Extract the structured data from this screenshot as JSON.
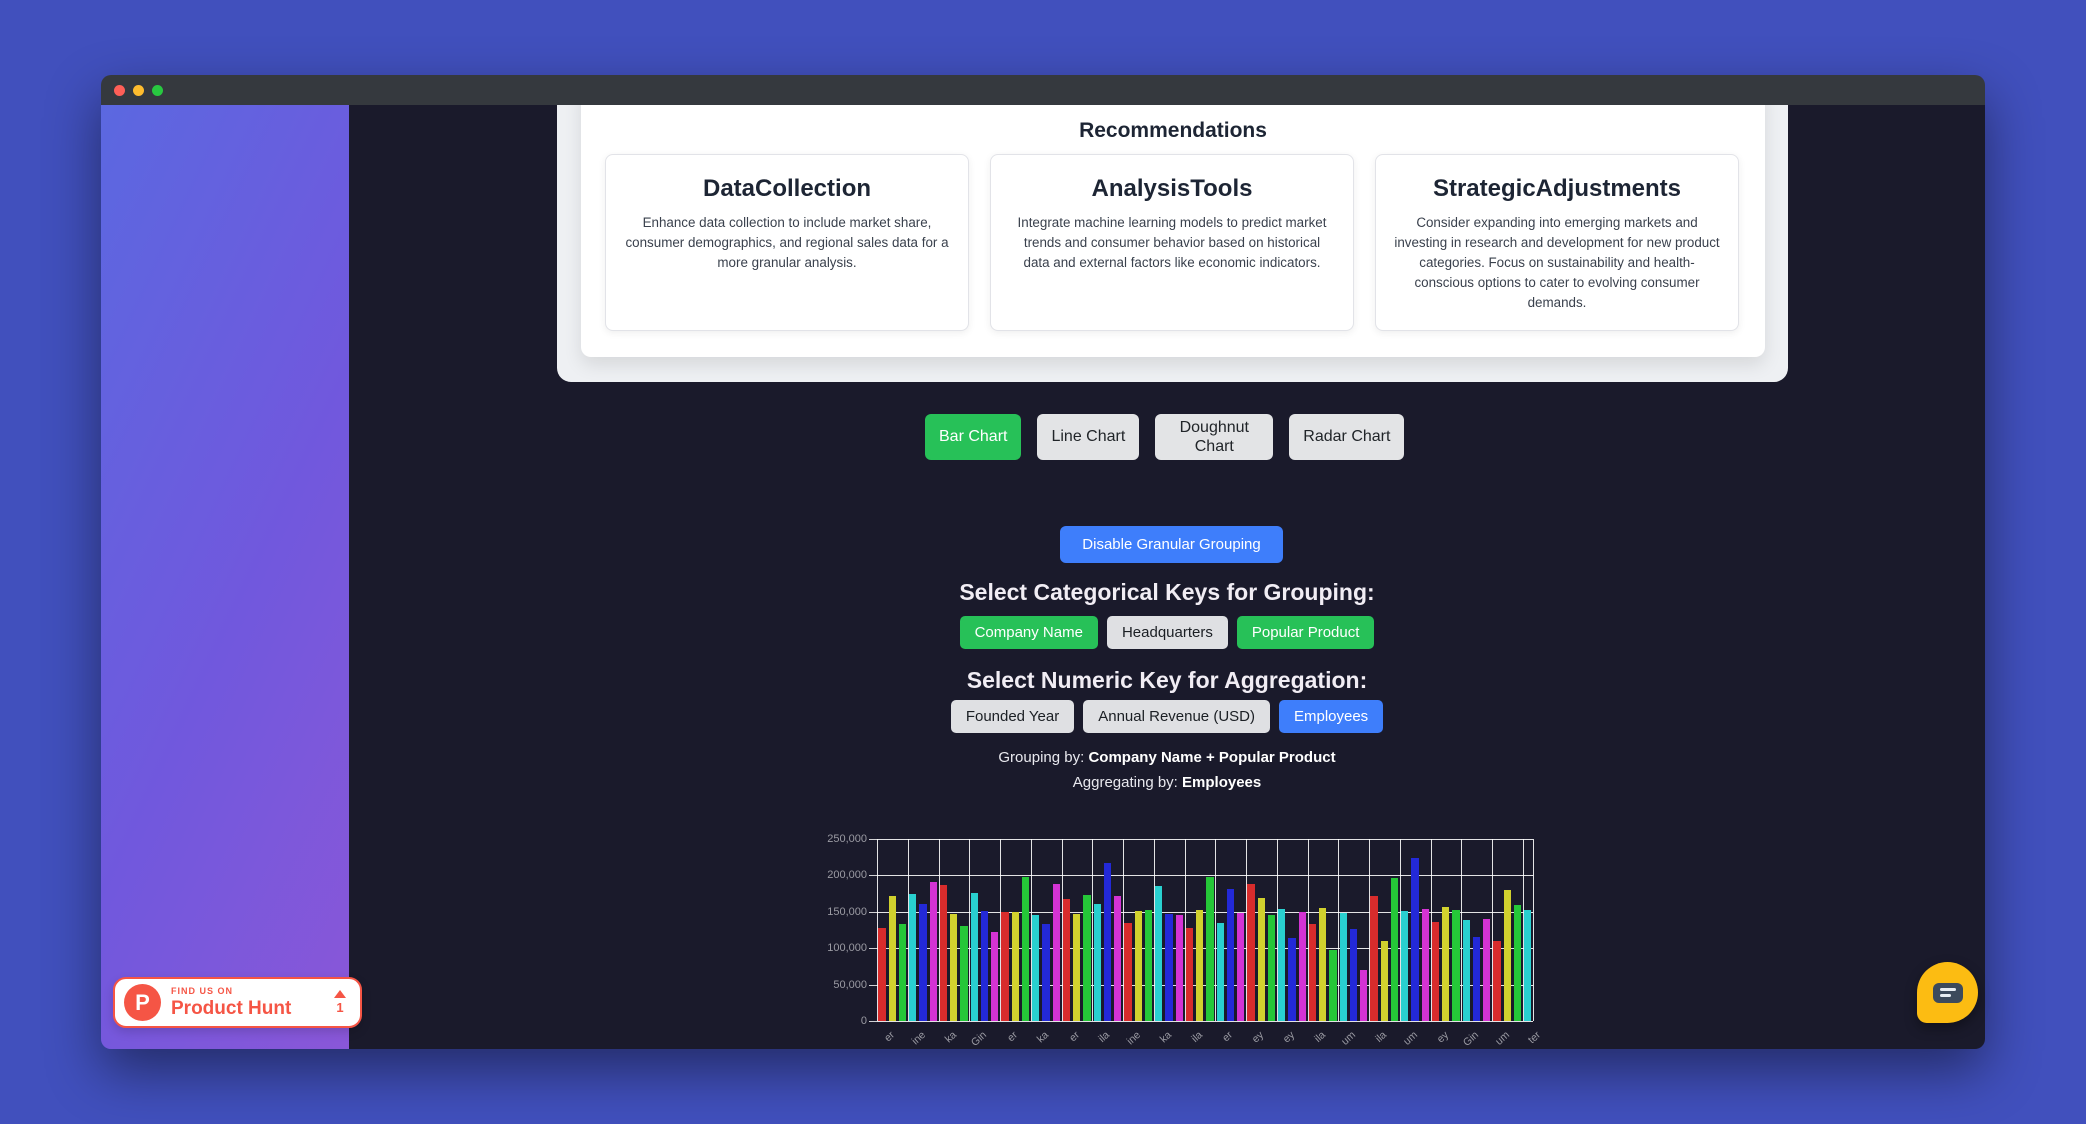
{
  "recommendations": {
    "title": "Recommendations",
    "cards": [
      {
        "title": "DataCollection",
        "body": "Enhance data collection to include market share, consumer demographics, and regional sales data for a more granular analysis."
      },
      {
        "title": "AnalysisTools",
        "body": "Integrate machine learning models to predict market trends and consumer behavior based on historical data and external factors like economic indicators."
      },
      {
        "title": "StrategicAdjustments",
        "body": "Consider expanding into emerging markets and investing in research and development for new product categories. Focus on sustainability and health-conscious options to cater to evolving consumer demands."
      }
    ]
  },
  "chart_type_buttons": [
    {
      "label": "Bar Chart",
      "active": true
    },
    {
      "label": "Line Chart",
      "active": false
    },
    {
      "label": "Doughnut Chart",
      "active": false
    },
    {
      "label": "Radar Chart",
      "active": false
    }
  ],
  "granular_button_label": "Disable Granular Grouping",
  "categorical": {
    "heading": "Select Categorical Keys for Grouping:",
    "buttons": [
      {
        "label": "Company Name",
        "selected": true
      },
      {
        "label": "Headquarters",
        "selected": false
      },
      {
        "label": "Popular Product",
        "selected": true
      }
    ]
  },
  "numeric": {
    "heading": "Select Numeric Key for Aggregation:",
    "buttons": [
      {
        "label": "Founded Year",
        "selected": false
      },
      {
        "label": "Annual Revenue (USD)",
        "selected": false
      },
      {
        "label": "Employees",
        "selected": true
      }
    ]
  },
  "status": {
    "grouping_prefix": "Grouping by: ",
    "grouping_value": "Company Name + Popular Product",
    "aggregating_prefix": "Aggregating by: ",
    "aggregating_value": "Employees"
  },
  "product_hunt": {
    "find_us_on": "FIND US ON",
    "name": "Product Hunt",
    "logo_letter": "P",
    "upvote_count": "1"
  },
  "colors": {
    "page_background": "#4150bd",
    "window_background": "#1a1a2b",
    "accent_green": "#27c158",
    "accent_blue": "#3e7efb",
    "accent_gray_button": "#e3e4e6",
    "product_hunt_red": "#f55545",
    "chat_yellow": "#fcbc12"
  },
  "chart_data": {
    "type": "bar",
    "title": "",
    "xlabel": "",
    "ylabel": "",
    "ylim": [
      0,
      250000
    ],
    "grid": true,
    "legend": "none",
    "y_ticks": [
      {
        "label": "0",
        "value": 0
      },
      {
        "label": "50,000",
        "value": 50000
      },
      {
        "label": "100,000",
        "value": 100000
      },
      {
        "label": "150,000",
        "value": 150000
      },
      {
        "label": "200,000",
        "value": 200000
      },
      {
        "label": "250,000",
        "value": 250000
      }
    ],
    "values": [
      128000,
      172000,
      133000,
      175000,
      161000,
      191000,
      187000,
      147000,
      131000,
      176000,
      151000,
      122000,
      150000,
      150000,
      198000,
      145000,
      133000,
      188000,
      167000,
      147000,
      173000,
      161000,
      217000,
      172000,
      135000,
      151000,
      152000,
      185000,
      147000,
      145000,
      128000,
      152000,
      198000,
      134000,
      181000,
      148000,
      188000,
      169000,
      145000,
      154000,
      114000,
      150000,
      133000,
      155000,
      98000,
      148000,
      127000,
      70000,
      172000,
      110000,
      197000,
      151000,
      224000,
      154000,
      136000,
      156000,
      153000,
      139000,
      116000,
      140000,
      110000,
      180000,
      160000,
      153000
    ],
    "bar_color_cycle": [
      "#d82c2c",
      "#d1d12e",
      "#25c738",
      "#29d0d0",
      "#2329d8",
      "#d433d4"
    ],
    "x_tick_every_n_bars": 3,
    "x_tick_fragments": [
      "er",
      "ine",
      "ka",
      "Gin",
      "er",
      "ka",
      "er",
      "ila",
      "ine",
      "ka",
      "ila",
      "er",
      "ey",
      "ey",
      "ila",
      "um",
      "ila",
      "um",
      "ey",
      "Gin",
      "um",
      "ter"
    ]
  }
}
